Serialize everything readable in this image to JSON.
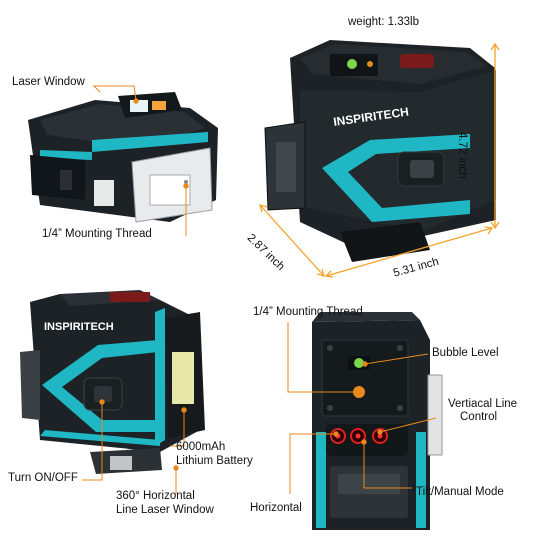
{
  "colors": {
    "accent": "#1fb7c4",
    "body_dark": "#1d2226",
    "leader_orange": "#e8891c",
    "dimension_orange": "#f2a42a",
    "laser_red": "#e02020",
    "bubble_green": "#7bd64a"
  },
  "brand": "INSPIRITECH",
  "views": {
    "top_left": {
      "laser_window": "Laser  Window",
      "mounting_thread": "1/4” Mounting Thread"
    },
    "top_right": {
      "weight": "weight: 1.33lb",
      "height": "4.72 inch",
      "depth": "2.87 inch",
      "width": "5.31 inch"
    },
    "bottom_left": {
      "battery_line1": "6000mAh",
      "battery_line2": "Lithium Battery",
      "turn_on_off": "Turn ON/OFF",
      "horizontal_window_line1": "360° Horizontal",
      "horizontal_window_line2": "Line Laser Window"
    },
    "bottom_right": {
      "mounting_thread": "1/4” Mounting Thread",
      "bubble_level": "Bubble Level",
      "vertical_line_line1": "Vertiacal Line",
      "vertical_line_line2": "Control",
      "tilt_manual": "Tilt/Manual Mode",
      "horizontal": "Horizontal"
    }
  }
}
